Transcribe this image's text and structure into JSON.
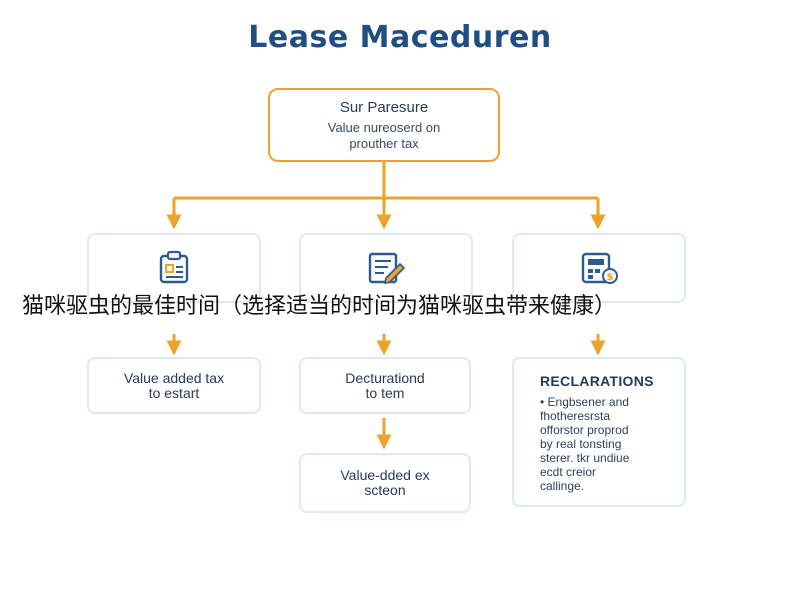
{
  "diagram": {
    "title": "Lease Maceduren",
    "top_node": {
      "heading": "Sur Paresure",
      "lines": [
        "Value nureoserd on",
        "prouther tax"
      ]
    },
    "icons": [
      "clipboard-icon",
      "document-pen-icon",
      "calculator-coin-icon"
    ],
    "nodes": {
      "value_added_tax": [
        "Value added tax",
        "to estart"
      ],
      "decuration": [
        "Decturationd",
        "to tem"
      ],
      "value_dded": [
        "Value-dded ex",
        "scteon"
      ],
      "reclarations": {
        "heading": "RECLARATIONS",
        "lines": [
          "• Engbsener and",
          "  fhotheresrsta",
          "  offorstor proprod",
          "  by real tonsting",
          "  sterer. tkr undiue",
          "  ecdt creior",
          "  callinge."
        ]
      }
    },
    "overlay_caption": "猫咪驱虫的最佳时间（选择适当的时间为猫咪驱虫带来健康）",
    "colors": {
      "title": "#1f4e82",
      "accent_orange": "#eda32b",
      "box_border": "#dfe9f3",
      "icon_blue": "#2d5b8f"
    }
  }
}
